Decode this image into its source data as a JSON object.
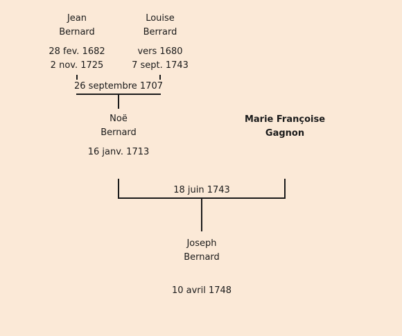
{
  "persons": {
    "jean": {
      "first": "Jean",
      "last": "Bernard",
      "birth": "28 fev. 1682",
      "death": "2 nov. 1725"
    },
    "louise": {
      "first": "Louise",
      "last": "Berrard",
      "birth": "vers 1680",
      "death": "7 sept. 1743"
    },
    "noe": {
      "first": "Noë",
      "last": "Bernard",
      "birth": "16 janv. 1713"
    },
    "marie": {
      "first": "Marie Françoise",
      "last": "Gagnon"
    },
    "joseph": {
      "first": "Joseph",
      "last": "Bernard",
      "birth": "10 avril 1748"
    }
  },
  "marriages": {
    "jean_louise": "26 septembre 1707",
    "noe_marie": "18 juin 1743"
  },
  "colors": {
    "background": "#fbe9d7",
    "lines": "#1a1a1a"
  }
}
